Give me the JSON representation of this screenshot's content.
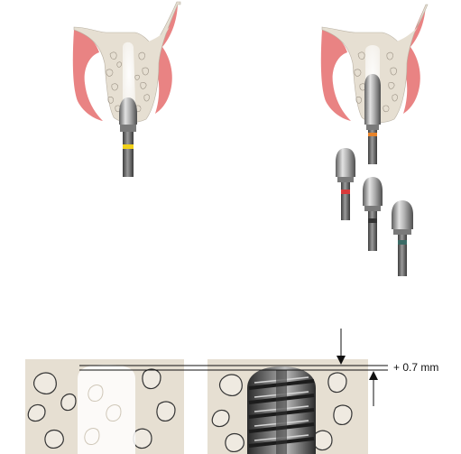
{
  "figure": {
    "measurement_label": "+ 0.7 mm",
    "colors": {
      "gum": "#e98383",
      "bone": "#e6dfd2",
      "bone_outline": "#7f7467",
      "socket": "#ffffff",
      "steel_light": "#dcdcdc",
      "steel_dark": "#6a6a6a",
      "band_yellow": "#f2d21a",
      "band_orange": "#e8832a",
      "band_red": "#d83a3a",
      "band_black": "#333333",
      "band_teal": "#3b6b66"
    },
    "panels": [
      {
        "name": "socket-with-initial-drill",
        "drill_bands": [
          "yellow"
        ]
      },
      {
        "name": "socket-with-step-drills",
        "drill_bands": [
          "orange",
          "red",
          "black",
          "teal"
        ]
      }
    ]
  }
}
